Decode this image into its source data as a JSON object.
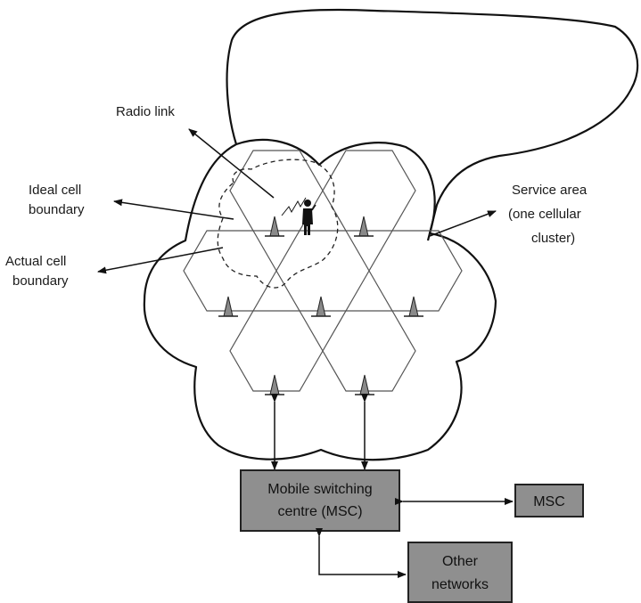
{
  "labels": {
    "radio_link": "Radio link",
    "ideal_cell_1": "Ideal cell",
    "ideal_cell_2": "boundary",
    "actual_cell_1": "Actual cell",
    "actual_cell_2": "boundary",
    "service_1": "Service area",
    "service_2": "(one cellular",
    "service_3": "cluster)"
  },
  "boxes": {
    "msc_main_1": "Mobile switching",
    "msc_main_2": "centre (MSC)",
    "msc_other": "MSC",
    "other_networks_1": "Other",
    "other_networks_2": "networks"
  },
  "colors": {
    "box_fill": "#8f8f8f",
    "tower_fill": "#8a8a8a",
    "stroke": "#111111"
  },
  "icons": {
    "cell_tower": "triangle-antenna",
    "mobile_user": "person-with-phone"
  }
}
